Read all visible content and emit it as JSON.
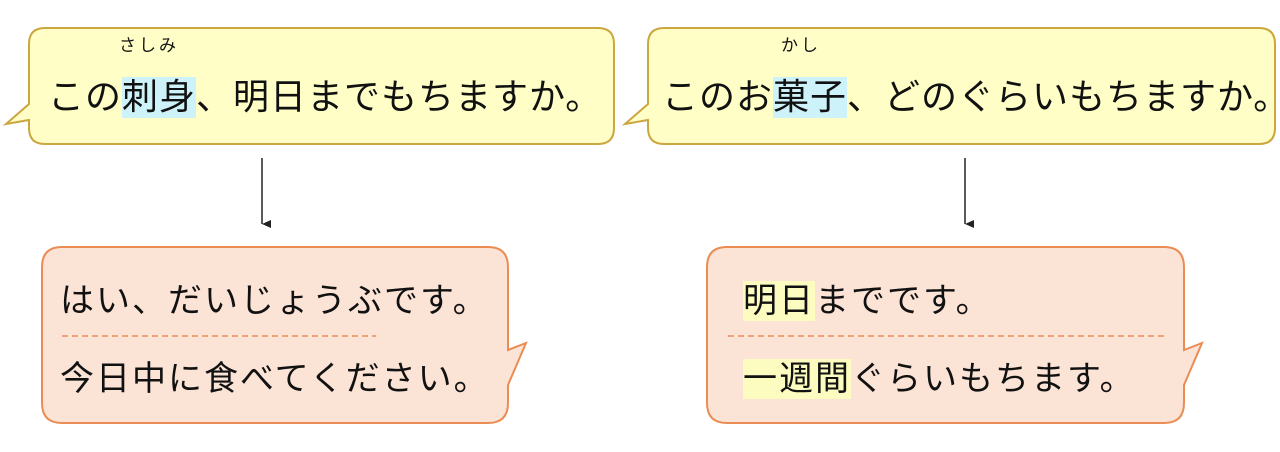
{
  "colors": {
    "question_fill": "#fefec6",
    "question_border": "#cca63f",
    "answer_fill": "#fbe3d6",
    "answer_border": "#ea8d55",
    "highlight_blue": "#cdf2fa",
    "highlight_yellow": "#fcfcc0",
    "divider": "#ea8d55",
    "arrow": "#222222"
  },
  "left": {
    "question": {
      "furigana": "さしみ",
      "before": "この",
      "highlight": "刺身",
      "after": "、明日までもちますか。"
    },
    "answer": {
      "line1": "はい、だいじょうぶです。",
      "line2": "今日中に食べてください。"
    }
  },
  "right": {
    "question": {
      "furigana": "かし",
      "before": "このお",
      "highlight": "菓子",
      "after": "、どのぐらいもちますか。"
    },
    "answer": {
      "line1_highlight": "明日",
      "line1_rest": "までです。",
      "line2_highlight": "一週間",
      "line2_rest": "ぐらいもちます。"
    }
  }
}
